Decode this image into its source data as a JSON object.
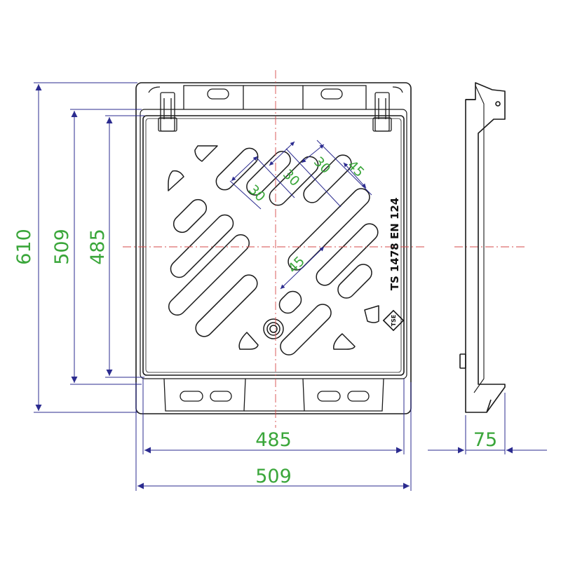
{
  "colors": {
    "outline": "#1a1a1a",
    "dimension_line": "#2b2b8f",
    "dimension_text": "#3aa63a",
    "center_line": "#d44a4a",
    "background": "#ffffff"
  },
  "dimensions": {
    "height_total": "610",
    "height_frame": "509",
    "height_grate": "485",
    "width_grate": "485",
    "width_frame": "509",
    "depth": "75",
    "slot_width_1": "30",
    "slot_width_2": "30",
    "slot_width_3": "30",
    "bar_width_1": "45",
    "bar_width_2": "45"
  },
  "grate_marking": "TS 1478 EN 124",
  "logo": {
    "text": "TSE"
  }
}
